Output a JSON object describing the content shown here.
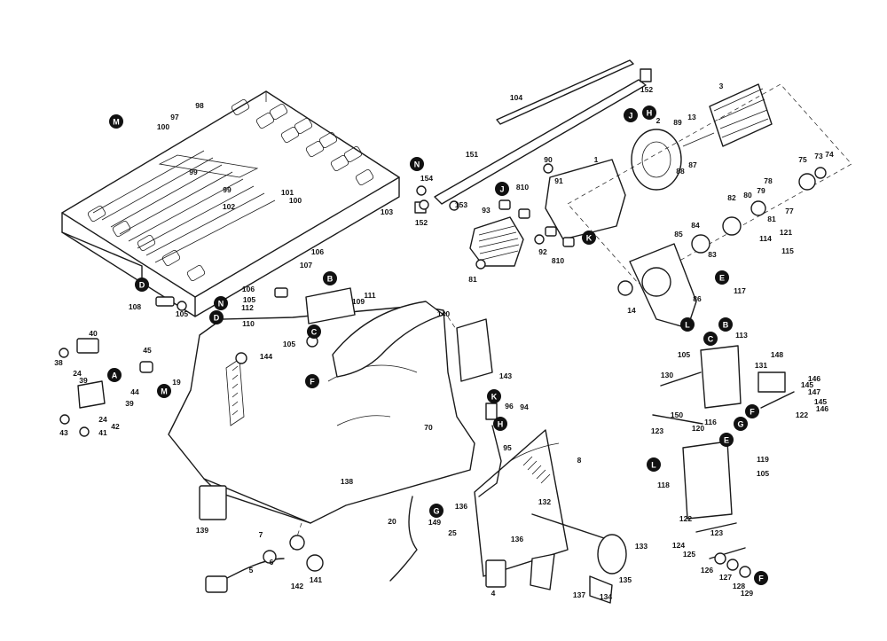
{
  "callouts": [
    "1",
    "2",
    "3",
    "4",
    "5",
    "6",
    "7",
    "8",
    "13",
    "14",
    "19",
    "20",
    "24",
    "25",
    "38",
    "39",
    "40",
    "41",
    "42",
    "43",
    "44",
    "45",
    "70",
    "73",
    "74",
    "75",
    "77",
    "78",
    "79",
    "80",
    "81",
    "82",
    "83",
    "84",
    "85",
    "86",
    "87",
    "88",
    "89",
    "90",
    "91",
    "92",
    "93",
    "94",
    "95",
    "96",
    "97",
    "98",
    "99",
    "100",
    "101",
    "102",
    "103",
    "104",
    "105",
    "106",
    "107",
    "108",
    "109",
    "110",
    "111",
    "112",
    "113",
    "114",
    "115",
    "116",
    "117",
    "118",
    "119",
    "120",
    "121",
    "122",
    "123",
    "124",
    "125",
    "126",
    "127",
    "128",
    "129",
    "130",
    "131",
    "132",
    "133",
    "134",
    "135",
    "136",
    "137",
    "138",
    "139",
    "140",
    "141",
    "142",
    "143",
    "144",
    "145",
    "146",
    "147",
    "148",
    "149",
    "150",
    "151",
    "152",
    "153",
    "154",
    "810"
  ],
  "badges": [
    "M",
    "N",
    "D",
    "B",
    "C",
    "E",
    "F",
    "G",
    "H",
    "J",
    "K",
    "L",
    "A"
  ]
}
